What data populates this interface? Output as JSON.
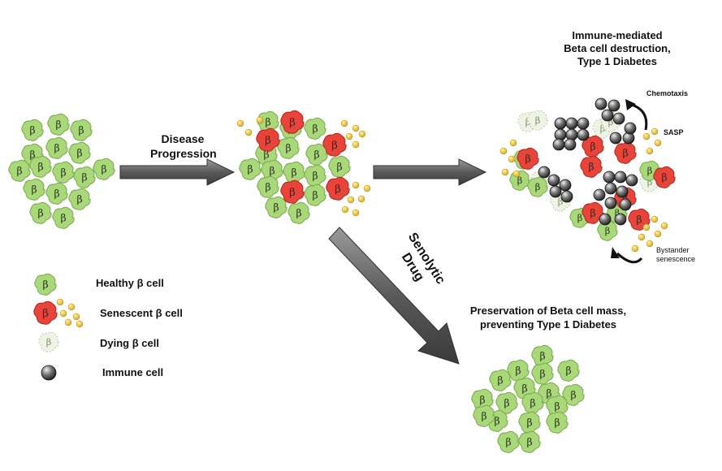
{
  "labels": {
    "disease_progression_1": "Disease",
    "disease_progression_2": "Progression",
    "immune_title_1": "Immune-mediated",
    "immune_title_2": "Beta cell destruction,",
    "immune_title_3": "Type 1 Diabetes",
    "chemotaxis": "Chemotaxis",
    "sasp": "SASP",
    "bystander_1": "Bystander",
    "bystander_2": "senescence",
    "senolytic_1": "Senolytic",
    "senolytic_2": "Drug",
    "preservation_1": "Preservation of Beta cell mass,",
    "preservation_2": "preventing Type 1 Diabetes"
  },
  "cell_glyph": "β",
  "legend": [
    {
      "kind": "healthy",
      "label": "Healthy β cell"
    },
    {
      "kind": "senescent",
      "label": "Senescent β cell"
    },
    {
      "kind": "dying",
      "label": "Dying β cell"
    },
    {
      "kind": "immune",
      "label": "Immune cell"
    }
  ],
  "colors": {
    "healthy": "#a8d878",
    "senescent": "#e8443a",
    "dying": "#eef4e4",
    "immune": "#3a3a3a",
    "sasp": "#e8c020",
    "arrow": "#606060"
  }
}
